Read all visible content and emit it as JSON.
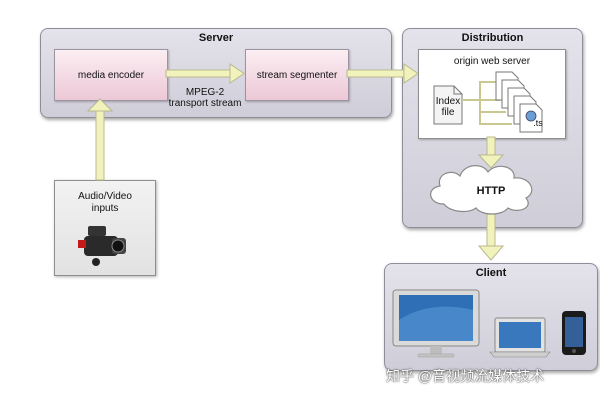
{
  "server": {
    "title": "Server",
    "encoder_label": "media encoder",
    "segmenter_label": "stream segmenter"
  },
  "connector": {
    "line1": "MPEG-2",
    "line2": "transport stream"
  },
  "input": {
    "line1": "Audio/Video",
    "line2": "inputs"
  },
  "distribution": {
    "title": "Distribution",
    "origin_label": "origin web server",
    "index_line1": "Index",
    "index_line2": "file",
    "ts_label": ".ts",
    "http_label": "HTTP"
  },
  "client": {
    "title": "Client"
  },
  "watermark": "知乎 @音视频流媒体技术",
  "colors": {
    "panel": "#d8d6e0",
    "box_pink": "#f3dbe5",
    "arrow": "#f0f0b8",
    "cloud": "#ffffff"
  },
  "icons": [
    "video-camera-icon",
    "imac-icon",
    "macbook-icon",
    "iphone-icon",
    "index-file-icon",
    "ts-file-icon"
  ]
}
